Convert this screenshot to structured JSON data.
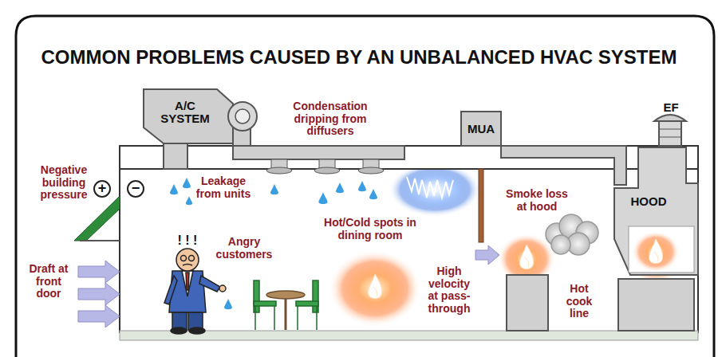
{
  "diagram": {
    "title": "COMMON PROBLEMS CAUSED BY AN UNBALANCED HVAC SYSTEM",
    "nodes": [
      {
        "text": [
          "A/C SYSTEM"
        ]
      },
      {
        "text": [
          "+"
        ]
      },
      {
        "text": [
          "−"
        ]
      },
      {
        "text": [
          "MUA"
        ]
      },
      {
        "text": [
          "EF"
        ]
      },
      {
        "text": [
          "HOOD"
        ]
      }
    ],
    "labels": [
      "Negative building pressure",
      "Leakage from units",
      "Condensation dripping from diffusers",
      "Angry customers",
      "! ! !",
      "Hot/Cold spots in dining room",
      "Smoke loss at hood",
      "Draft at front door",
      "High velocity at pass-through",
      "Hot cook line"
    ]
  }
}
